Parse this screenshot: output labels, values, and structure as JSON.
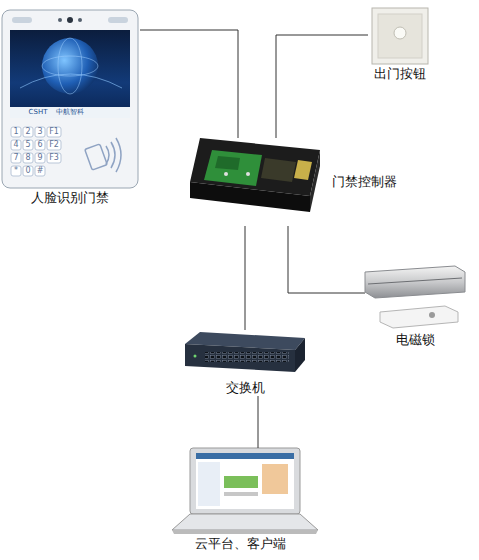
{
  "diagram": {
    "nodes": [
      {
        "text": [
          "人脸识别门禁"
        ]
      },
      {
        "text": [
          "出门按钮"
        ]
      },
      {
        "text": [
          "门禁控制器"
        ]
      },
      {
        "text": [
          "电磁锁"
        ]
      },
      {
        "text": [
          "交换机"
        ]
      },
      {
        "text": [
          "云平台、客户端"
        ]
      }
    ],
    "edges": [
      {
        "from": 0,
        "to": 2,
        "arrow": "none"
      },
      {
        "from": 1,
        "to": 2,
        "arrow": "none"
      },
      {
        "from": 2,
        "to": 3,
        "arrow": "none"
      },
      {
        "from": 2,
        "to": 4,
        "arrow": "none"
      },
      {
        "from": 4,
        "to": 5,
        "arrow": "none"
      }
    ],
    "labels": [
      "CSHT",
      "中航智科",
      "1",
      "2",
      "3",
      "F1",
      "4",
      "5",
      "6",
      "F2",
      "7",
      "8",
      "9",
      "F3",
      "*",
      "0",
      "#"
    ]
  }
}
